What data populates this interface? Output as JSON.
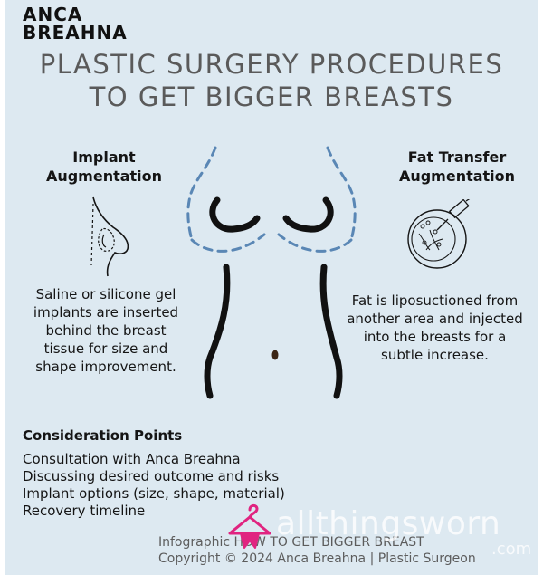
{
  "brand": {
    "line1": "ANCA",
    "line2": "BREAHNA"
  },
  "title": {
    "line1": "PLASTIC SURGERY PROCEDURES",
    "line2": "TO GET BIGGER BREASTS"
  },
  "implant": {
    "heading_line1": "Implant",
    "heading_line2": "Augmentation",
    "desc": [
      "Saline or silicone gel",
      "implants are inserted",
      "behind the breast",
      "tissue for size and",
      "shape improvement."
    ]
  },
  "fat_transfer": {
    "heading_line1": "Fat Transfer",
    "heading_line2": "Augmentation",
    "desc": [
      "Fat is liposuctioned from",
      "another area and injected",
      "into the breasts for a",
      "subtle increase."
    ]
  },
  "considerations": {
    "heading": "Consideration Points",
    "items": [
      "Consultation with Anca Breahna",
      "Discussing desired outcome and risks",
      "Implant options (size, shape, material)",
      "Recovery timeline"
    ]
  },
  "footer": {
    "line1": "Infographic HOW TO GET BIGGER BREAST",
    "line2": "Copyright © 2024 Anca Breahna | Plastic Surgeon"
  },
  "watermark": {
    "text": "allthingsworn",
    "suffix": ".com",
    "color": "#e02480"
  },
  "colors": {
    "background": "#dde9f1",
    "accent_dashed": "#5a87b5",
    "ink": "#151515"
  },
  "icons": [
    "implant-breast-icon",
    "fat-transfer-icon",
    "torso-illustration",
    "hanger-logo-icon"
  ]
}
